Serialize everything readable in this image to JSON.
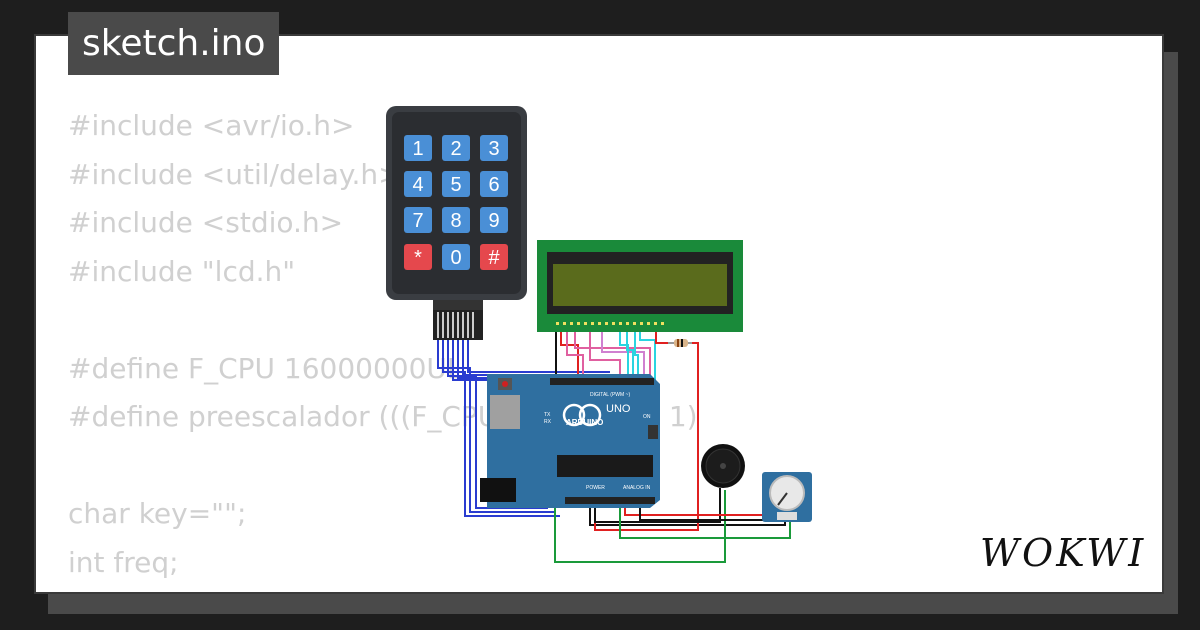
{
  "file": {
    "name": "sketch.ino"
  },
  "code_lines": [
    "#include <avr/io.h>",
    "#include <util/delay.h>",
    "#include <stdio.h>",
    "#include \"lcd.h\"",
    "",
    "#define F_CPU 16000000UL",
    "#define preescalador (((F_CPU / (16UL))) - 1)",
    "",
    "char key=\"\";",
    "int freq;"
  ],
  "keypad": {
    "keys": [
      "1",
      "2",
      "3",
      "4",
      "5",
      "6",
      "7",
      "8",
      "9",
      "*",
      "0",
      "#"
    ]
  },
  "arduino": {
    "brand": "ARDUINO",
    "model": "UNO",
    "digital_label": "DIGITAL (PWM ~)",
    "power_label": "POWER",
    "analog_label": "ANALOG IN",
    "on_label": "ON",
    "tx": "TX",
    "rx": "RX"
  },
  "brand": {
    "logo_text": "WOKWI"
  },
  "colors": {
    "pcb": "#2f6fa0",
    "lcd_board": "#1a8a3a",
    "lcd_screen": "#5a6b1c",
    "key_blue": "#4a8fd6",
    "key_red": "#e5484d"
  },
  "icons": [
    "buzzer-icon",
    "potentiometer-icon",
    "resistor-icon",
    "arduino-logo-icon",
    "wokwi-logo-icon"
  ]
}
